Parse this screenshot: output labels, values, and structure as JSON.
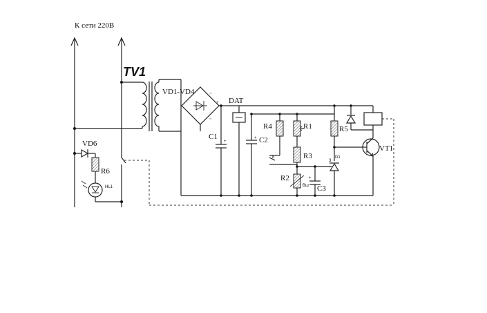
{
  "title": "К сети 220В",
  "labels": {
    "tv1": "TV1",
    "bridge": "VD1-VD4",
    "dat": "DAT",
    "c1": "C1",
    "c2": "C2",
    "c3": "C3",
    "r1": "R1",
    "r2": "R2",
    "r3": "R3",
    "r4": "R4",
    "r5": "R5",
    "r6": "R6",
    "vd6": "VD6",
    "hl1": "HL1",
    "d1": "D1",
    "vt1": "VT1",
    "kp": "К",
    "bsh": "Вш"
  }
}
